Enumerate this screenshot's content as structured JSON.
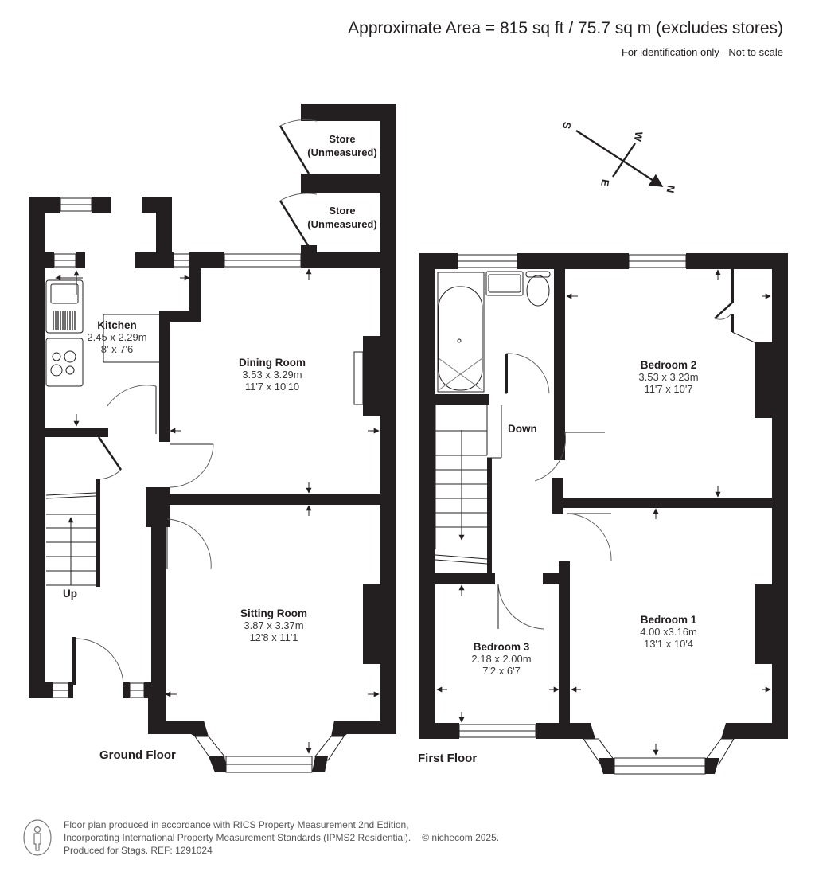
{
  "header": {
    "area": "Approximate Area = 815 sq ft / 75.7 sq m (excludes stores)",
    "disclaimer": "For identification only - Not to scale"
  },
  "compass": {
    "north": "N",
    "south": "S",
    "east": "E",
    "west": "W"
  },
  "ground_floor": {
    "label": "Ground Floor",
    "stairs_label": "Up",
    "rooms": [
      {
        "name": "Kitchen",
        "metric": "2.45 x 2.29m",
        "imperial": "8' x 7'6"
      },
      {
        "name": "Dining Room",
        "metric": "3.53 x 3.29m",
        "imperial": "11'7 x 10'10"
      },
      {
        "name": "Sitting Room",
        "metric": "3.87 x 3.37m",
        "imperial": "12'8 x 11'1"
      }
    ],
    "stores": [
      {
        "name": "Store",
        "note": "(Unmeasured)"
      },
      {
        "name": "Store",
        "note": "(Unmeasured)"
      }
    ]
  },
  "first_floor": {
    "label": "First Floor",
    "stairs_label": "Down",
    "rooms": [
      {
        "name": "Bedroom 2",
        "metric": "3.53 x 3.23m",
        "imperial": "11'7 x 10'7"
      },
      {
        "name": "Bedroom 3",
        "metric": "2.18 x 2.00m",
        "imperial": "7'2 x 6'7"
      },
      {
        "name": "Bedroom 1",
        "metric": "4.00 x3.16m",
        "imperial": "13'1 x 10'4"
      }
    ]
  },
  "footer": {
    "line1": "Floor plan produced in accordance with RICS Property Measurement 2nd Edition,",
    "line2": "Incorporating International Property Measurement Standards (IPMS2 Residential).",
    "copyright": "© nichecom 2025.",
    "line3": "Produced for Stags.   REF: 1291024"
  }
}
